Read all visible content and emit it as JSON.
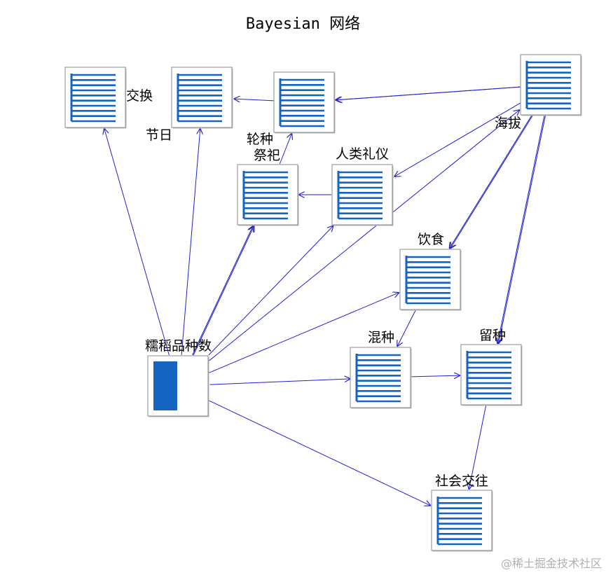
{
  "title": "Bayesian 网络",
  "watermark": "@稀土掘金技术社区",
  "colors": {
    "edge": "#2222cc",
    "bar": "#1565c0",
    "box_border": "#888888",
    "box_bg": "#ffffff"
  },
  "nodes": [
    {
      "id": "unlabeled",
      "label": "",
      "kind": "bars"
    },
    {
      "id": "jieri",
      "label": "节日",
      "kind": "bars"
    },
    {
      "id": "jiaohuan",
      "label": "交换",
      "kind": "bars"
    },
    {
      "id": "lunzhong",
      "label": "轮种",
      "kind": "bars"
    },
    {
      "id": "haiba",
      "label": "海拔",
      "kind": "bars"
    },
    {
      "id": "jisi",
      "label": "祭祀",
      "kind": "bars"
    },
    {
      "id": "renlei",
      "label": "人类礼仪",
      "kind": "bars"
    },
    {
      "id": "yinshi",
      "label": "饮食",
      "kind": "bars"
    },
    {
      "id": "nuodao",
      "label": "糯稻品种数",
      "kind": "solid"
    },
    {
      "id": "hunzhong",
      "label": "混种",
      "kind": "bars"
    },
    {
      "id": "liuzhong",
      "label": "留种",
      "kind": "bars"
    },
    {
      "id": "shehui",
      "label": "社会交往",
      "kind": "bars"
    }
  ],
  "edges": [
    [
      "nuodao",
      "unlabeled"
    ],
    [
      "nuodao",
      "jieri"
    ],
    [
      "nuodao",
      "jisi"
    ],
    [
      "nuodao",
      "jisi"
    ],
    [
      "nuodao",
      "yinshi"
    ],
    [
      "nuodao",
      "hunzhong"
    ],
    [
      "nuodao",
      "shehui"
    ],
    [
      "nuodao",
      "renlei"
    ],
    [
      "nuodao",
      "haiba"
    ],
    [
      "lunzhong",
      "jieri"
    ],
    [
      "jisi",
      "lunzhong"
    ],
    [
      "haiba",
      "lunzhong"
    ],
    [
      "haiba",
      "lunzhong"
    ],
    [
      "haiba",
      "renlei"
    ],
    [
      "haiba",
      "yinshi"
    ],
    [
      "haiba",
      "yinshi"
    ],
    [
      "haiba",
      "liuzhong"
    ],
    [
      "haiba",
      "liuzhong"
    ],
    [
      "renlei",
      "jisi"
    ],
    [
      "yinshi",
      "hunzhong"
    ],
    [
      "hunzhong",
      "liuzhong"
    ],
    [
      "liuzhong",
      "shehui"
    ],
    [
      "jiaohuan",
      "unlabeled"
    ]
  ]
}
